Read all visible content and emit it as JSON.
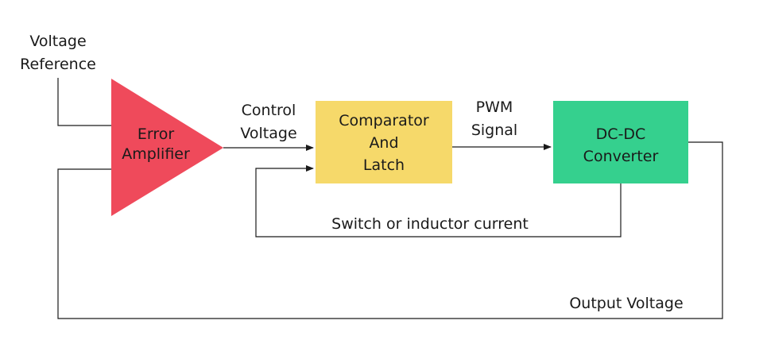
{
  "labels": {
    "voltage_reference": [
      "Voltage",
      "Reference"
    ],
    "control_voltage": [
      "Control",
      "Voltage"
    ],
    "pwm_signal": [
      "PWM",
      "Signal"
    ],
    "switch_current": "Switch or inductor current",
    "output_voltage": "Output Voltage"
  },
  "blocks": {
    "error_amplifier": {
      "lines": [
        "Error",
        "Amplifier"
      ],
      "color": "#ef4a5b"
    },
    "comparator_latch": {
      "lines": [
        "Comparator",
        "And",
        "Latch"
      ],
      "color": "#f6d96a"
    },
    "dc_dc_converter": {
      "lines": [
        "DC-DC",
        "Converter"
      ],
      "color": "#35d08e"
    }
  },
  "colors": {
    "wire": "#1a1a1a"
  }
}
